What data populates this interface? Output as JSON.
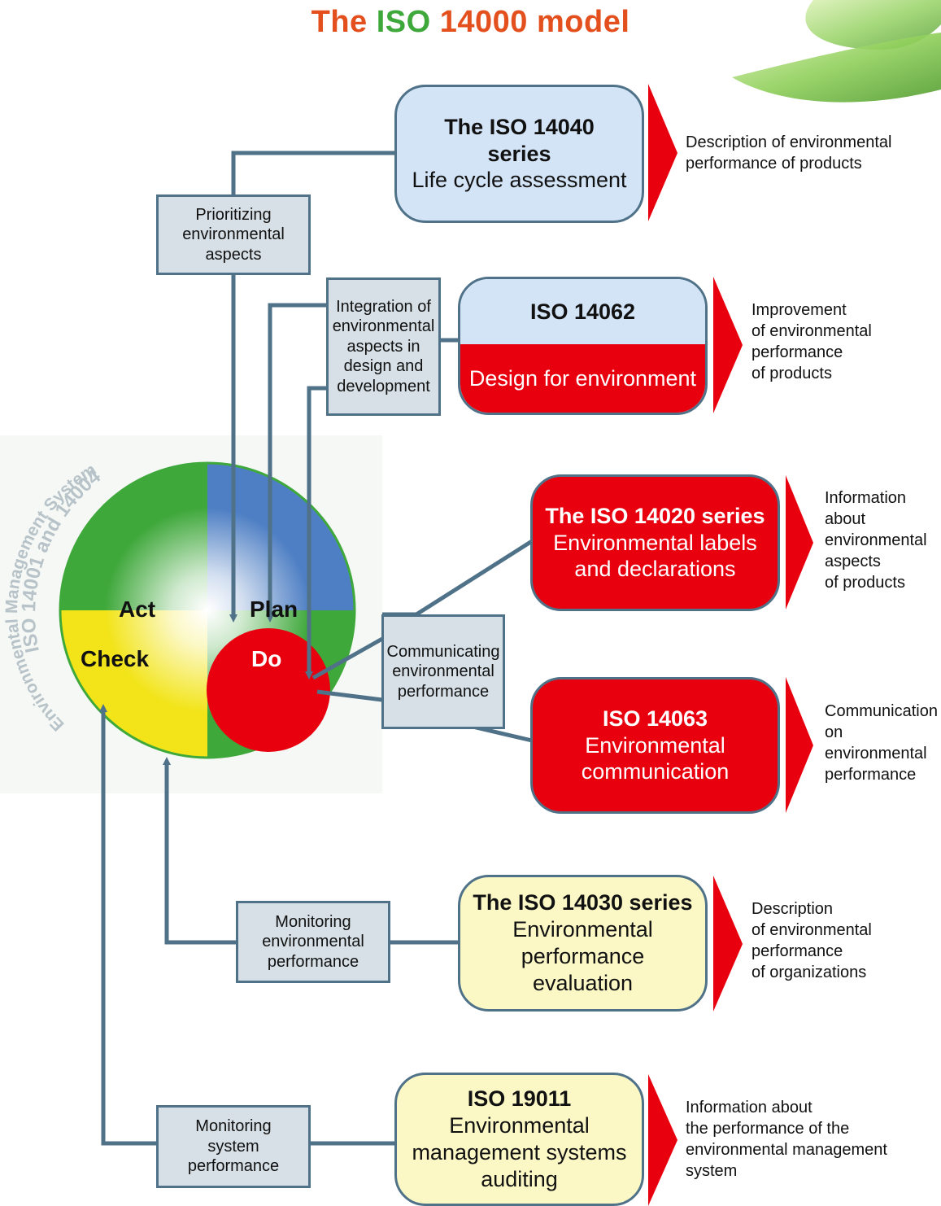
{
  "title": {
    "part1": "The ",
    "part2": "ISO",
    "part3": " 14000 model"
  },
  "ems": {
    "ring_text_line1": "ISO 14001 and 14004",
    "ring_text_line2": "Environmental Management System",
    "quadrants": {
      "act": "Act",
      "plan": "Plan",
      "check": "Check",
      "do": "Do"
    }
  },
  "process_boxes": {
    "prioritizing": [
      "Prioritizing",
      "environmental",
      "aspects"
    ],
    "integration": [
      "Integration of",
      "environmental",
      "aspects in",
      "design and",
      "development"
    ],
    "communicating": [
      "Communicating",
      "environmental",
      "performance"
    ],
    "monitoring_env": [
      "Monitoring",
      "environmental",
      "performance"
    ],
    "monitoring_sys": [
      "Monitoring",
      "system",
      "performance"
    ]
  },
  "standards": {
    "iso14040": {
      "line1": "The ISO 14040",
      "line2": "series",
      "line3": "Life cycle assessment"
    },
    "iso14062": {
      "line1": "ISO 14062",
      "line2": "Design for environment"
    },
    "iso14020": {
      "line1": "The ISO 14020 series",
      "line2": "Environmental labels",
      "line3": "and declarations"
    },
    "iso14063": {
      "line1": "ISO 14063",
      "line2": "Environmental",
      "line3": "communication"
    },
    "iso14030": {
      "line1": "The ISO 14030 series",
      "line2": "Environmental",
      "line3": "performance",
      "line4": "evaluation"
    },
    "iso19011": {
      "line1": "ISO 19011",
      "line2": "Environmental",
      "line3": "management systems",
      "line4": "auditing"
    }
  },
  "outcomes": {
    "o1": [
      "Description of environmental",
      "performance of products"
    ],
    "o2": [
      "Improvement",
      "of environmental",
      "performance",
      "of products"
    ],
    "o3": [
      "Information",
      "about",
      "environmental",
      "aspects",
      "of products"
    ],
    "o4": [
      "Communication",
      "on",
      "environmental",
      "performance"
    ],
    "o5": [
      "Description",
      "of environmental",
      "performance",
      "of organizations"
    ],
    "o6": [
      "Information about",
      "the performance of the",
      "environmental management",
      "system"
    ]
  },
  "colors": {
    "red": "#e8000e",
    "connector": "#4f7289",
    "green": "#3fa83b",
    "orange": "#e4501d"
  }
}
